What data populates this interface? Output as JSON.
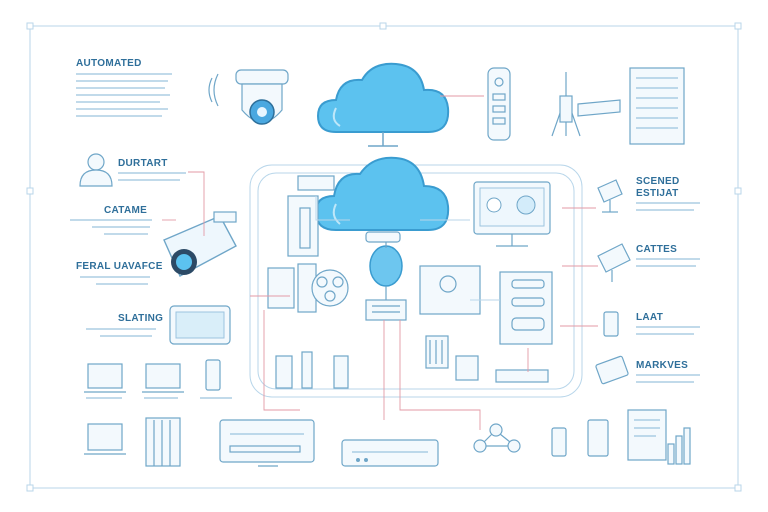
{
  "labels": {
    "automated": "AUTOMATED",
    "durtart": "DURTART",
    "catame": "CATAME",
    "feral_uavafce": "FERAL UAVAFCE",
    "slating": "SLATING",
    "scened_estijat": "SCENED\nESTIJAT",
    "cattes": "CATTES",
    "laat": "LAAT",
    "markves": "MARKVES"
  },
  "colors": {
    "cloud_fill": "#5cc2ef",
    "cloud_stroke": "#3a9cd0",
    "line": "#6fa6c8",
    "connector": "#e39aa6",
    "label": "#2f6f9a"
  },
  "icons": [
    "cloud-icon",
    "security-camera-icon",
    "dome-camera-icon",
    "user-icon",
    "laptop-icon",
    "monitor-icon",
    "phone-icon",
    "server-icon",
    "router-icon",
    "tablet-icon",
    "remote-icon",
    "building-icon",
    "bar-chart-icon",
    "document-icon",
    "network-icon"
  ]
}
